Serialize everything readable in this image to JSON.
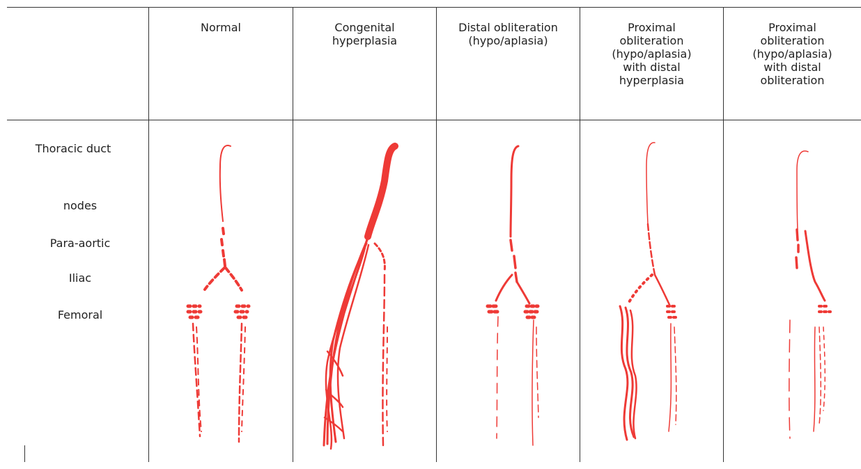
{
  "header": {
    "columns": [
      {
        "label": "Normal"
      },
      {
        "label": "Congenital\nhyperplasia"
      },
      {
        "label": "Distal obliteration\n(hypo/aplasia)"
      },
      {
        "label": "Proximal\nobliteration\n(hypo/aplasia)\nwith distal\nhyperplasia"
      },
      {
        "label": "Proximal\nobliteration\n(hypo/aplasia)\nwith distal\nobliteration"
      }
    ]
  },
  "row_labels": {
    "thoracic_duct": "Thoracic duct",
    "nodes": "nodes",
    "para_aortic": "Para-aortic",
    "iliac": "Iliac",
    "femoral": "Femoral"
  },
  "colors": {
    "lymph": "#ee3a36",
    "grid": "#333333"
  }
}
